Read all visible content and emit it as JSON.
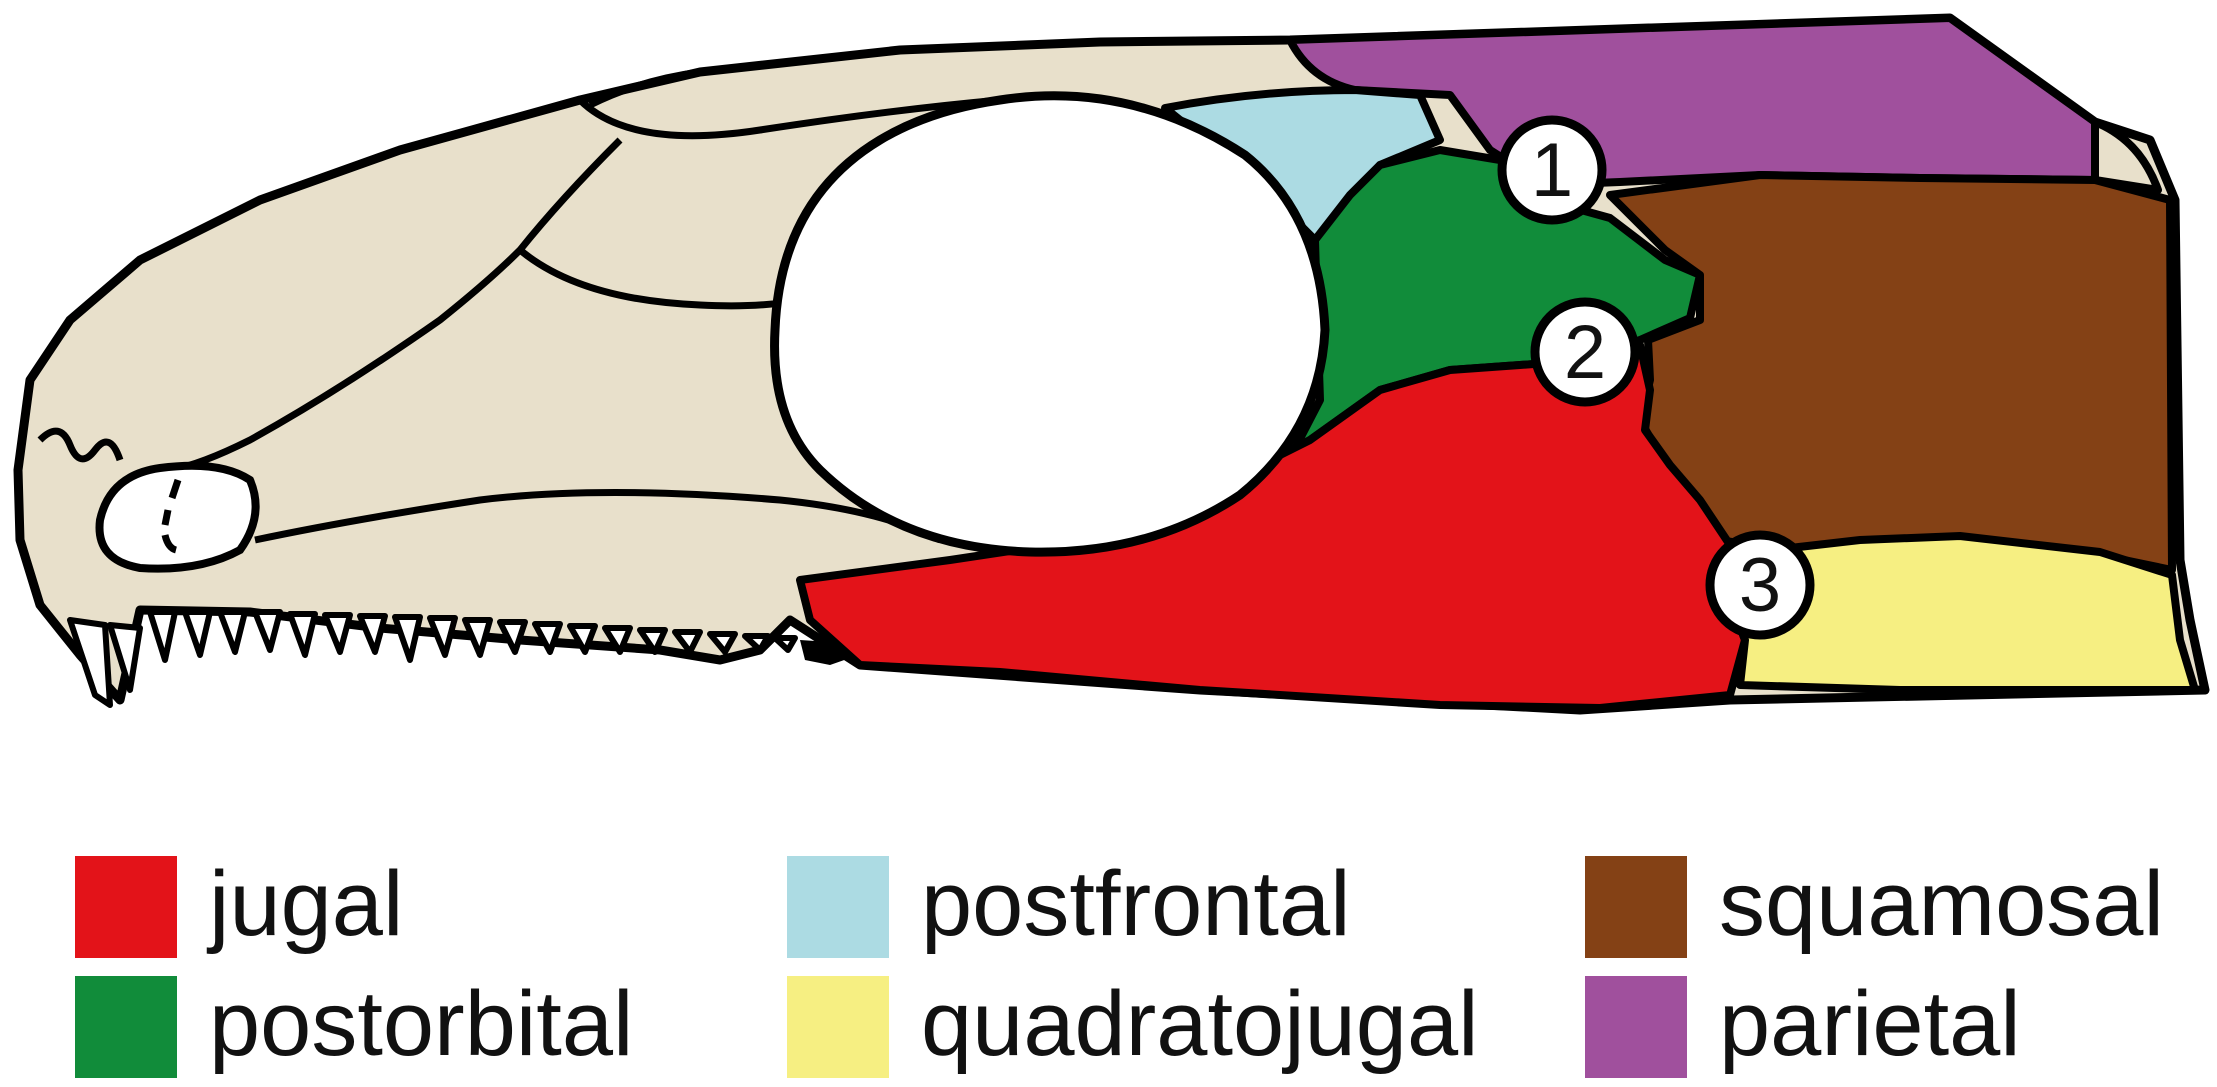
{
  "figure": {
    "markers": [
      {
        "label": "1"
      },
      {
        "label": "2"
      },
      {
        "label": "3"
      }
    ]
  },
  "legend": {
    "items": [
      {
        "label": "jugal",
        "color": "#e31319"
      },
      {
        "label": "postorbital",
        "color": "#118c3a"
      },
      {
        "label": "postfrontal",
        "color": "#acdbe3"
      },
      {
        "label": "quadratojugal",
        "color": "#f6ef82"
      },
      {
        "label": "squamosal",
        "color": "#844115"
      },
      {
        "label": "parietal",
        "color": "#a0509d"
      }
    ]
  },
  "colors": {
    "bone_base": "#e8e0cb",
    "outline": "#000000",
    "background": "#ffffff"
  }
}
